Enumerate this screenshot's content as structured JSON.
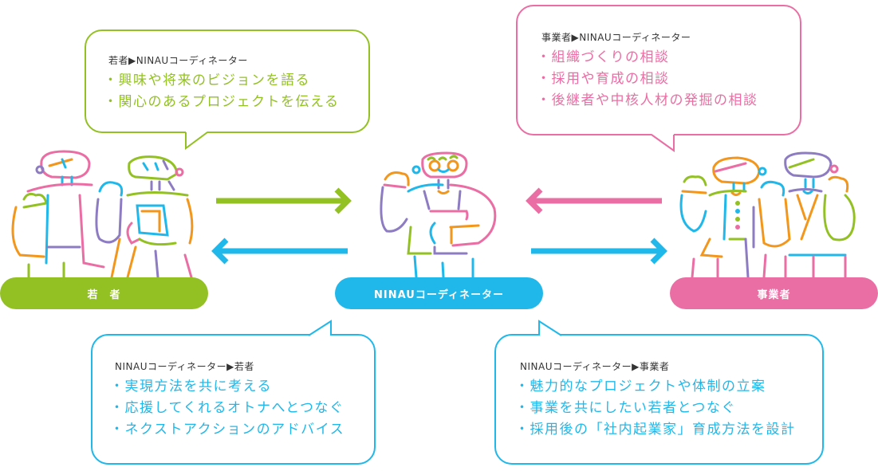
{
  "colors": {
    "youth": "#93c123",
    "coordinator": "#20b8ea",
    "business": "#ea6ea3",
    "text_dark": "#333333"
  },
  "actors": {
    "youth": {
      "label": "若　者",
      "icon": "youth-figures-illustration"
    },
    "coordinator": {
      "label": "NINAUコーディネーター",
      "icon": "coordinator-figure-illustration"
    },
    "business": {
      "label": "事業者",
      "icon": "business-figures-illustration"
    }
  },
  "bubbles": {
    "youth_to_coordinator": {
      "heading": "若者▶NINAUコーディネーター",
      "items": [
        "興味や将来のビジョンを語る",
        "関心のあるプロジェクトを伝える"
      ]
    },
    "business_to_coordinator": {
      "heading": "事業者▶NINAUコーディネーター",
      "items": [
        "組織づくりの相談",
        "採用や育成の相談",
        "後継者や中核人材の発掘の相談"
      ]
    },
    "coordinator_to_youth": {
      "heading": "NINAUコーディネーター▶若者",
      "items": [
        "実現方法を共に考える",
        "応援してくれるオトナへとつなぐ",
        "ネクストアクションのアドバイス"
      ]
    },
    "coordinator_to_business": {
      "heading": "NINAUコーディネーター▶事業者",
      "items": [
        "魅力的なプロジェクトや体制の立案",
        "事業を共にしたい若者とつなぐ",
        "採用後の「社内起業家」育成方法を設計"
      ]
    }
  },
  "arrows": [
    {
      "name": "youth-to-coordinator-arrow",
      "direction": "right",
      "color": "#93c123"
    },
    {
      "name": "coordinator-to-youth-arrow",
      "direction": "left",
      "color": "#20b8ea"
    },
    {
      "name": "business-to-coordinator-arrow",
      "direction": "left",
      "color": "#ea6ea3"
    },
    {
      "name": "coordinator-to-business-arrow",
      "direction": "right",
      "color": "#20b8ea"
    }
  ]
}
